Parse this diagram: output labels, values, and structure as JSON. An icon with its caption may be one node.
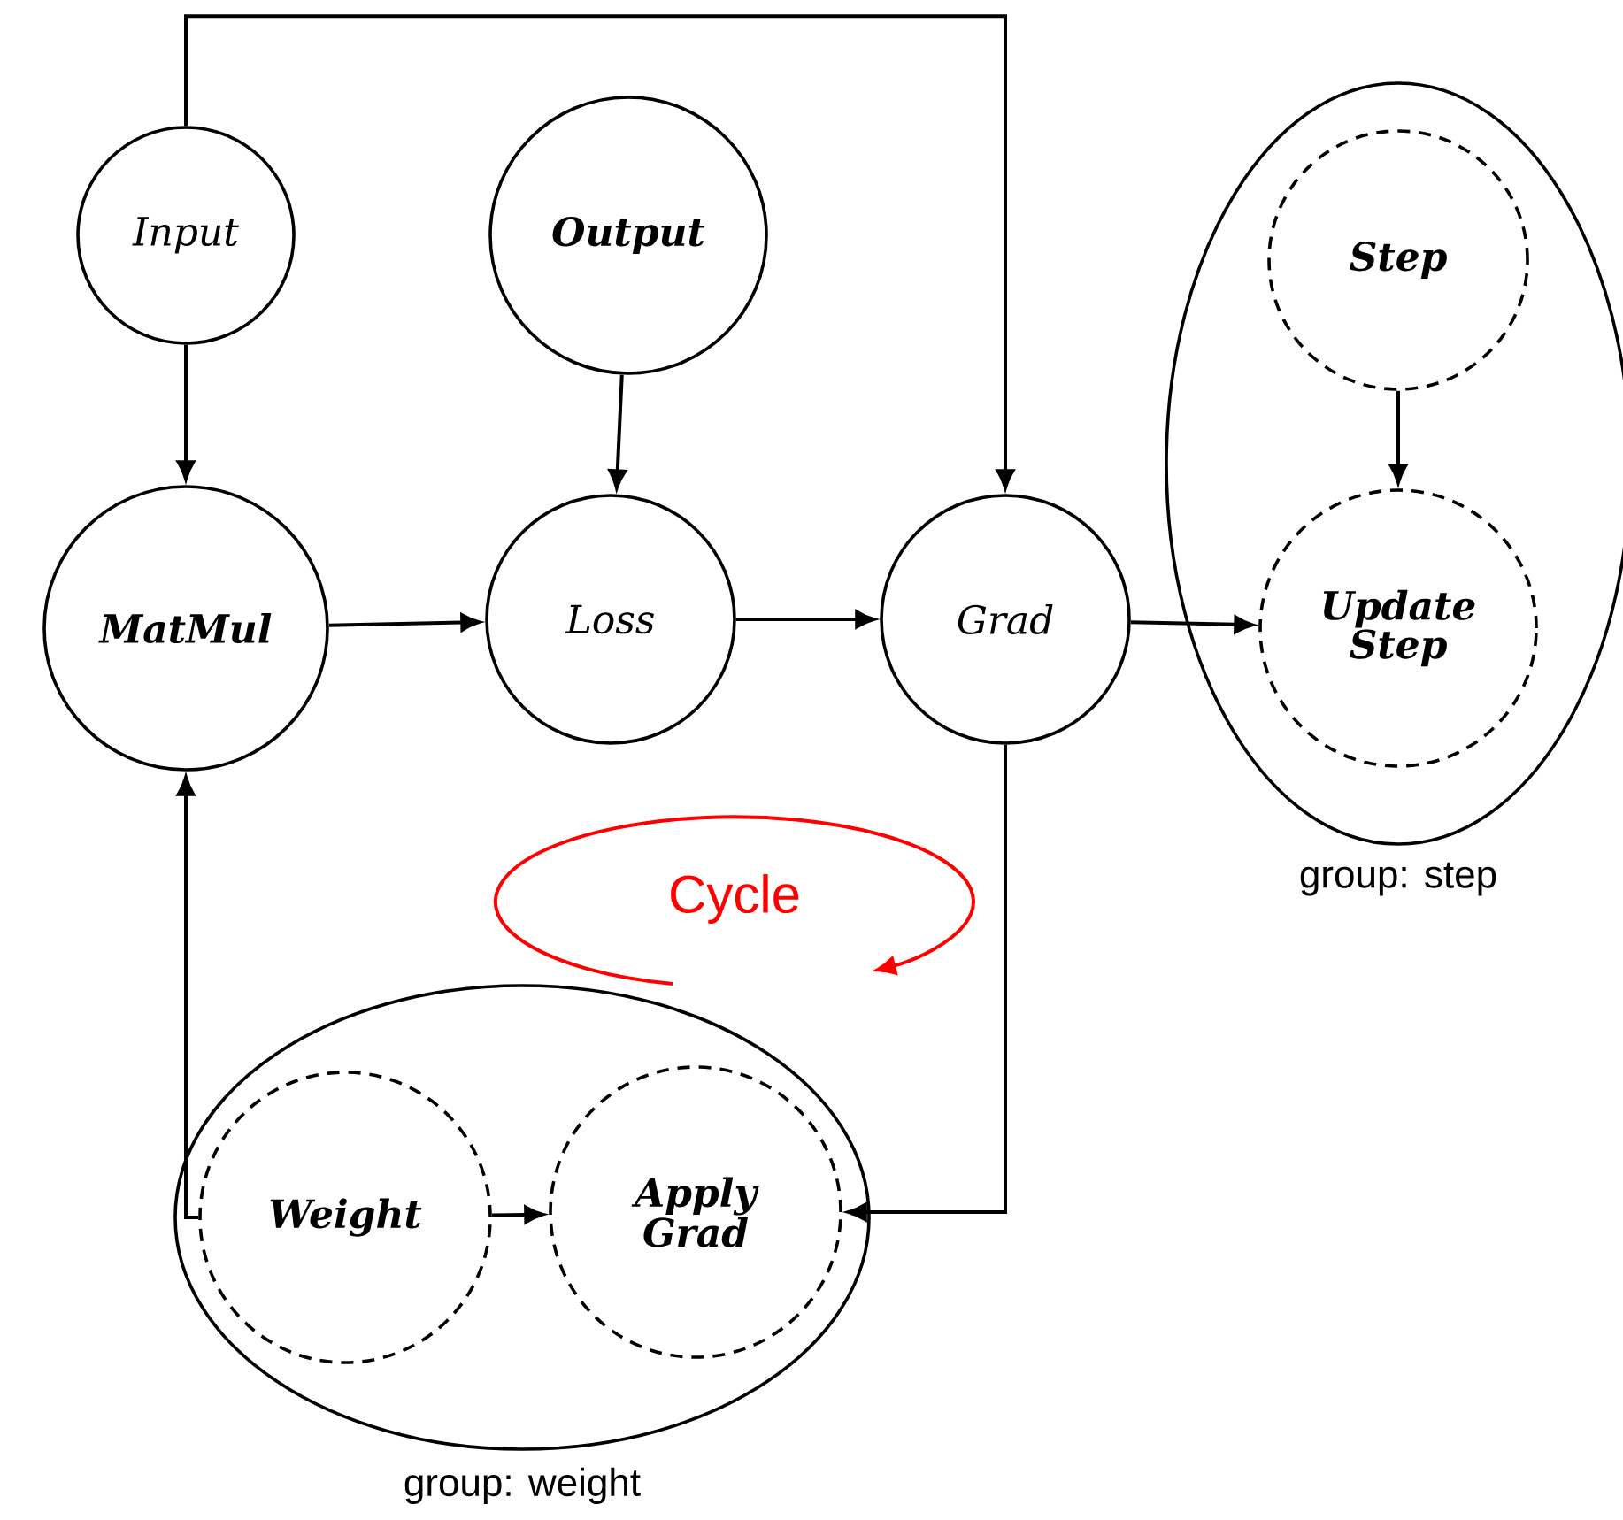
{
  "diagram": {
    "nodes": [
      {
        "text": [
          "Input"
        ]
      },
      {
        "text": [
          "Output"
        ]
      },
      {
        "text": [
          "MatMul"
        ]
      },
      {
        "text": [
          "Loss"
        ]
      },
      {
        "text": [
          "Grad"
        ]
      },
      {
        "text": [],
        "shape": "ellipse",
        "beside": [
          "group: step"
        ]
      },
      {
        "text": [
          "Step"
        ],
        "in": 5
      },
      {
        "text": [
          "Update Step"
        ],
        "in": 5
      },
      {
        "text": [],
        "shape": "ellipse",
        "beside": [
          "group: weight"
        ]
      },
      {
        "text": [
          "Weight"
        ],
        "in": 8
      },
      {
        "text": [
          "Apply Grad"
        ],
        "in": 8
      }
    ],
    "edges": [
      {
        "from": 0,
        "to": 2,
        "arrow": "to"
      },
      {
        "from": 0,
        "to": 4,
        "arrow": "to"
      },
      {
        "from": 1,
        "to": 3,
        "arrow": "to"
      },
      {
        "from": 2,
        "to": 3,
        "arrow": "to"
      },
      {
        "from": 3,
        "to": 4,
        "arrow": "to"
      },
      {
        "from": 4,
        "to": 7,
        "arrow": "to"
      },
      {
        "from": 6,
        "to": 7,
        "arrow": "to"
      },
      {
        "from": 4,
        "to": 10,
        "arrow": "to"
      },
      {
        "from": 9,
        "to": 2,
        "arrow": "to"
      },
      {
        "from": 9,
        "to": 10,
        "arrow": "to"
      }
    ],
    "labels": [
      "Cycle"
    ]
  }
}
